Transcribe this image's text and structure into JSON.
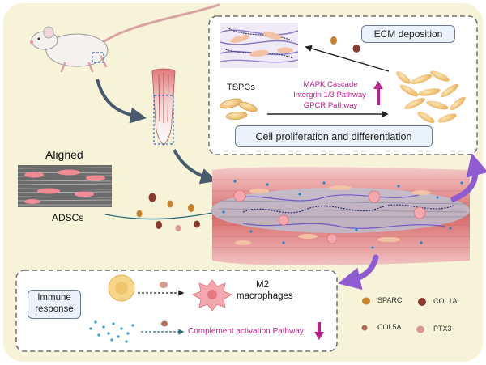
{
  "labels": {
    "ecm_deposition": "ECM deposition",
    "tspcs": "TSPCs",
    "mapk": "MAPK Cascade",
    "integrin": "Intergrin 1/3 Pathway",
    "gpcr": "GPCR Pathway",
    "proliferation": "Cell proliferation and differentiation",
    "aligned": "Aligned",
    "adscs": "ADSCs",
    "immune_line1": "Immune",
    "immune_line2": "response",
    "m2_line1": "M2",
    "m2_line2": "macrophages",
    "complement": "Complement activation Pathway"
  },
  "legend": {
    "items": [
      {
        "name": "SPARC",
        "color": "#c9812c"
      },
      {
        "name": "COL1A",
        "color": "#8a3a2e"
      },
      {
        "name": "COL5A",
        "color": "#b56a5a"
      },
      {
        "name": "PTX3",
        "color": "#d99a8e"
      }
    ]
  },
  "colors": {
    "background_panel": "#f6f3d9",
    "accent_purple": "#8e5bd0",
    "arrow_gray": "#4a5a6e",
    "magenta_text": "#c0208a",
    "tendon_red": "#d96b6b",
    "pill_fill": "#eaf2fb"
  }
}
